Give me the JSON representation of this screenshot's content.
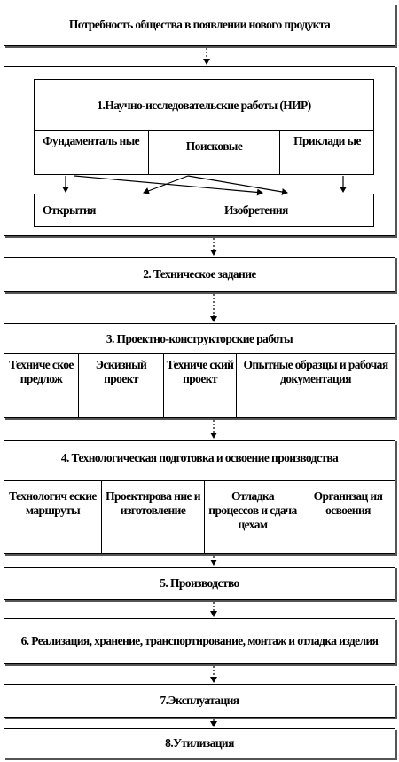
{
  "stages": {
    "need": "Потребность общества в появлении нового продукта",
    "nir": {
      "title": "1.Научно-исследовательские работы (НИР)",
      "fundamental": "Фундаменталь ные",
      "search": "Поисковые",
      "applied": "Приклади ые",
      "discoveries": "Открытия",
      "inventions": "Изобретения"
    },
    "tz": "2. Техническое задание",
    "okr": {
      "title": "3. Проектно-конструкторские работы",
      "tech_proposal": "Техниче ское предлож",
      "sketch": "Эскизный проект",
      "tech_project": "Техниче ский проект",
      "prototypes": "Опытные образцы и рабочая документация"
    },
    "prep": {
      "title": "4. Технологическая подготовка и освоение производства",
      "routes": "Технологич еские маршруты",
      "design": "Проектирова ние и изготовление",
      "debug": "Отладка процессов и сдача цехам",
      "organize": "Организац ия освоения"
    },
    "production": "5. Производство",
    "sales": "6. Реализация, хранение, транспортирование, монтаж и отладка изделия",
    "operation": "7.Эксплуатация",
    "disposal": "8.Утилизация"
  },
  "colors": {
    "line": "#000000",
    "shadow": "#555555",
    "background": "#ffffff"
  }
}
